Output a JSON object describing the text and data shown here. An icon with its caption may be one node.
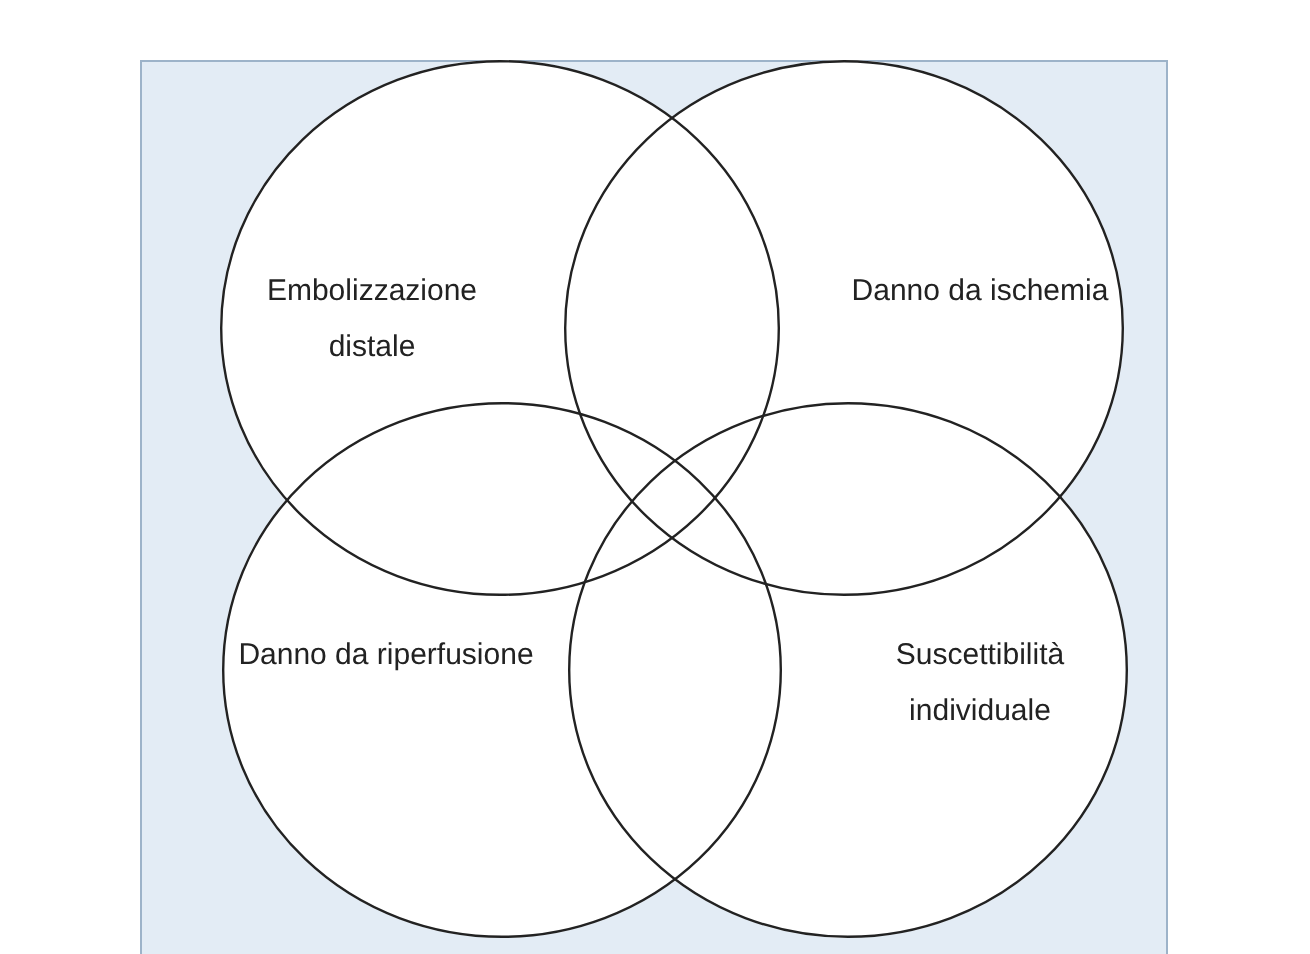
{
  "diagram": {
    "nodes": [
      {
        "text": [
          "Embolizzazione distale"
        ]
      },
      {
        "text": [
          "Danno da ischemia"
        ]
      },
      {
        "text": [
          "Danno da riperfusione"
        ]
      },
      {
        "text": [
          "Suscettibilità individuale"
        ]
      }
    ],
    "edges": []
  }
}
